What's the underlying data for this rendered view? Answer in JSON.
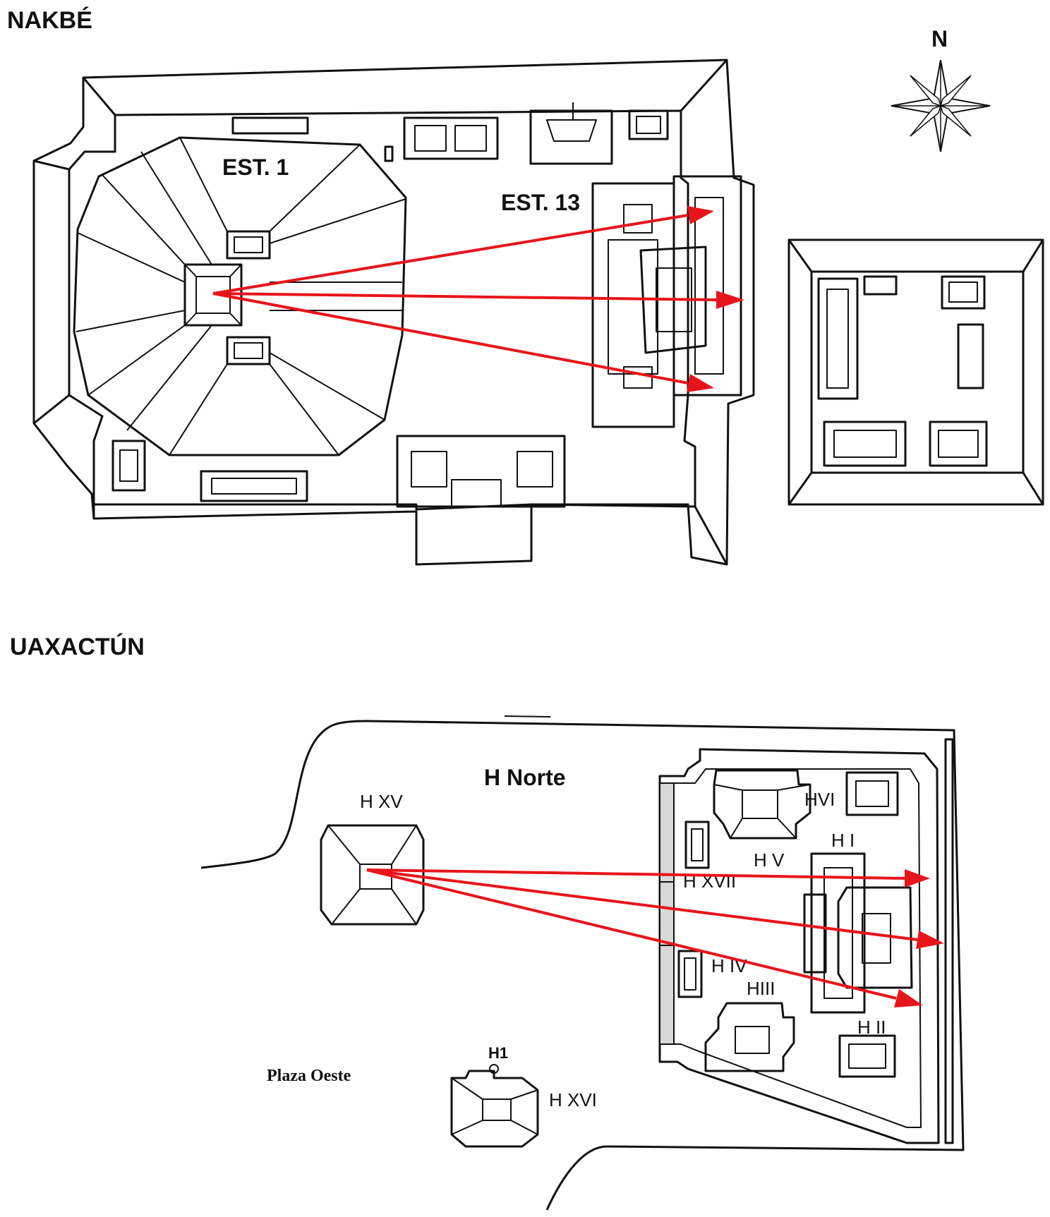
{
  "sites": {
    "nakbe": {
      "title": "NAKBÉ",
      "labels": {
        "est1": "EST. 1",
        "est13": "EST. 13"
      }
    },
    "uaxactun": {
      "title": "UAXACTÚN",
      "labels": {
        "hnorte": "H Norte",
        "hxv": "H XV",
        "hvi": "HVI",
        "hv": "H V",
        "hi": "H I",
        "hxvii": "H XVII",
        "hiv": "H IV",
        "hiii": "HIII",
        "hii": "H II",
        "h1": "H1",
        "hxvi": "H XVI",
        "plaza": "Plaza Oeste"
      }
    }
  },
  "compass": {
    "label": "N"
  },
  "colors": {
    "arrow": "#e8141b",
    "line": "#111111"
  }
}
